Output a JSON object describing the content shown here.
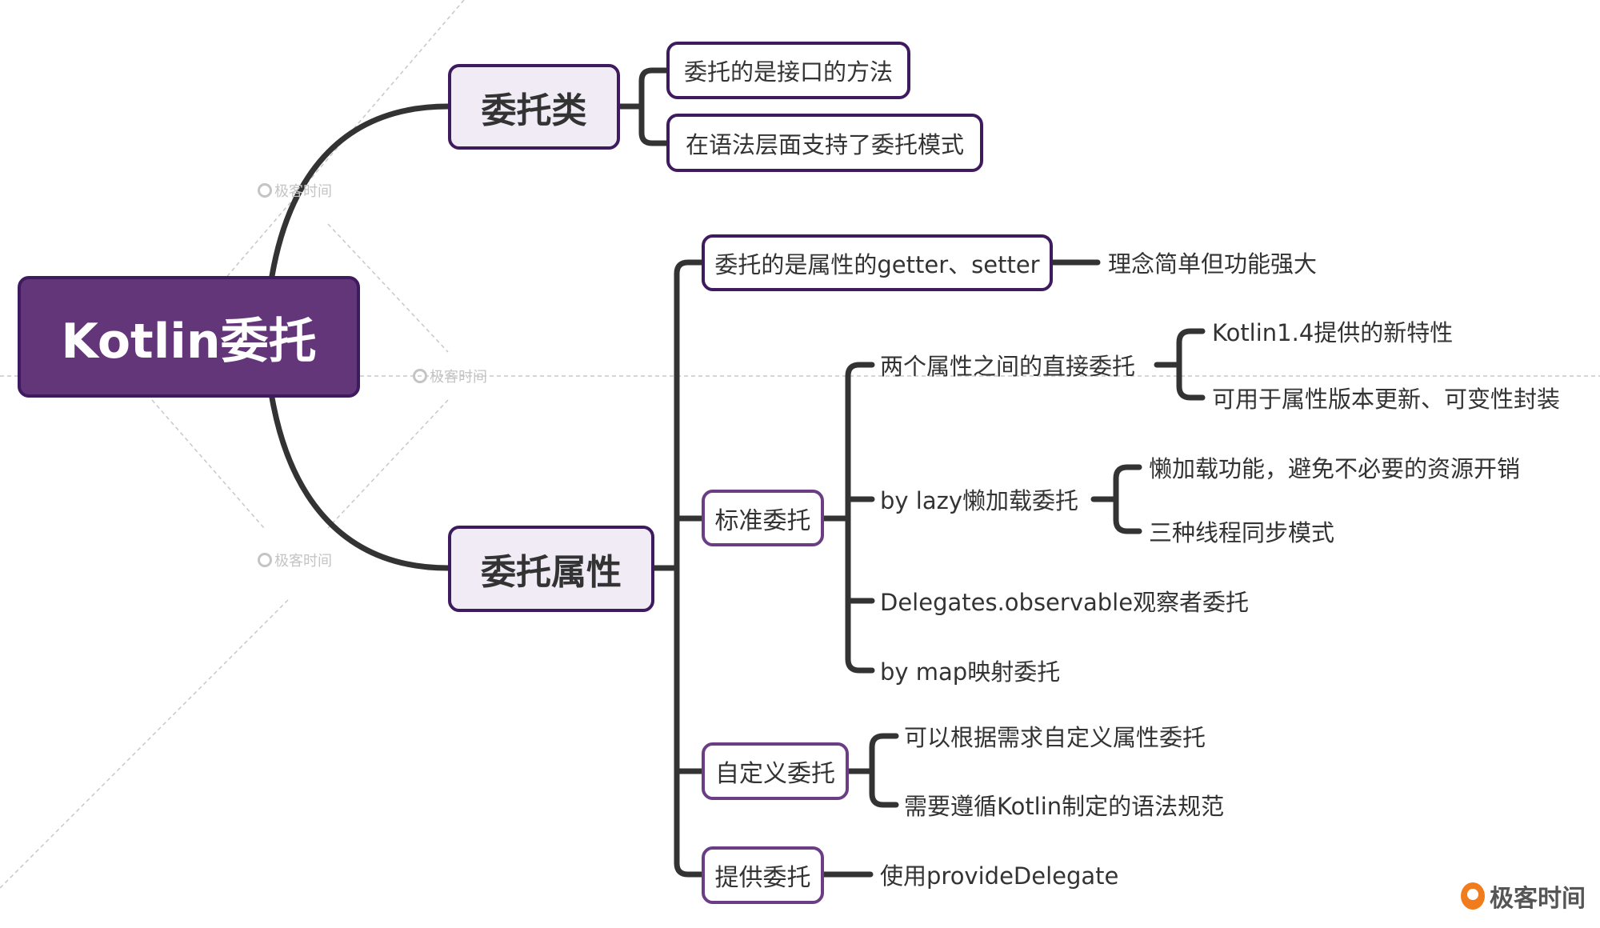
{
  "mindmap": {
    "root": "Kotlin委托",
    "branches": [
      {
        "label": "委托类",
        "children": [
          {
            "label": "委托的是接口的方法"
          },
          {
            "label": "在语法层面支持了委托模式"
          }
        ]
      },
      {
        "label": "委托属性",
        "children": [
          {
            "label": "委托的是属性的getter、setter",
            "children": [
              {
                "label": "理念简单但功能强大"
              }
            ]
          },
          {
            "label": "标准委托",
            "children": [
              {
                "label": "两个属性之间的直接委托",
                "children": [
                  {
                    "label": "Kotlin1.4提供的新特性"
                  },
                  {
                    "label": "可用于属性版本更新、可变性封装"
                  }
                ]
              },
              {
                "label": "by lazy懒加载委托",
                "children": [
                  {
                    "label": "懒加载功能，避免不必要的资源开销"
                  },
                  {
                    "label": "三种线程同步模式"
                  }
                ]
              },
              {
                "label": "Delegates.observable观察者委托"
              },
              {
                "label": "by map映射委托"
              }
            ]
          },
          {
            "label": "自定义委托",
            "children": [
              {
                "label": "可以根据需求自定义属性委托"
              },
              {
                "label": "需要遵循Kotlin制定的语法规范"
              }
            ]
          },
          {
            "label": "提供委托",
            "children": [
              {
                "label": "使用provideDelegate"
              }
            ]
          }
        ]
      }
    ]
  },
  "watermark": "极客时间",
  "brand": {
    "name": "极客时间",
    "accent": "#f07c1d"
  },
  "colors": {
    "root_fill": "#633579",
    "border": "#3e1a5f",
    "main_fill": "#f1ebf6",
    "line": "#333333"
  }
}
